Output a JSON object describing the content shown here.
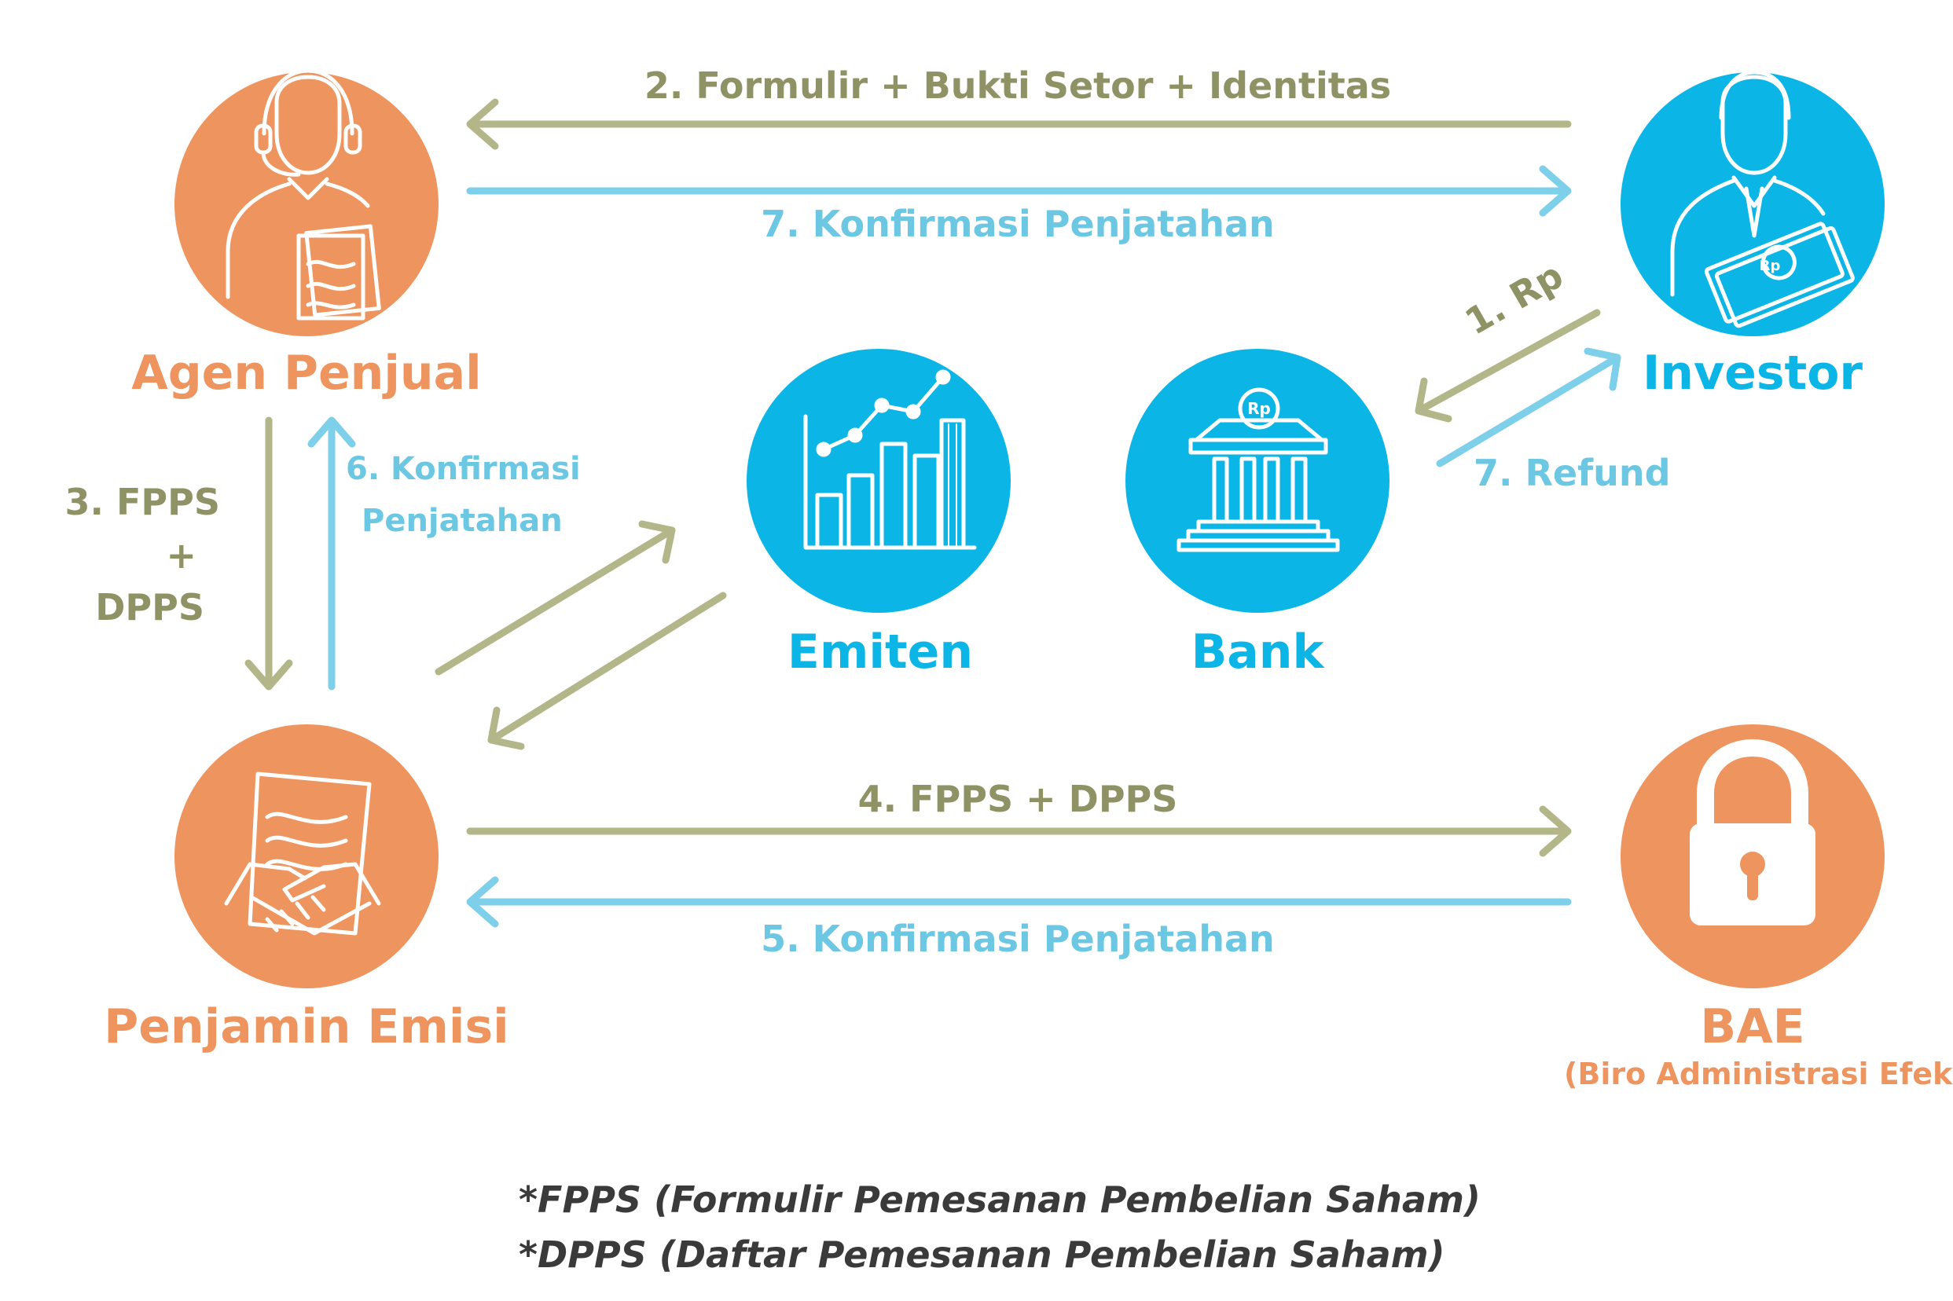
{
  "colors": {
    "orange": "#EE945E",
    "blue": "#0BB5E6",
    "olive": "#B3B689",
    "light_blue": "#7DCFEA",
    "olive_text": "#8F9265",
    "light_blue_text": "#6CC7E3",
    "note_text": "#3a3a3a"
  },
  "nodes": {
    "agen": {
      "name": "Agen Penjual",
      "icon": "agent-headset-icon",
      "color": "orange"
    },
    "investor": {
      "name": "Investor",
      "icon": "investor-money-icon",
      "color": "blue"
    },
    "emiten": {
      "name": "Emiten",
      "icon": "bar-chart-icon",
      "color": "blue"
    },
    "bank": {
      "name": "Bank",
      "icon": "bank-building-icon",
      "color": "blue",
      "badge": "Rp"
    },
    "penjamin": {
      "name": "Penjamin Emisi",
      "icon": "handshake-contract-icon",
      "color": "orange"
    },
    "bae": {
      "name": "BAE",
      "subtitle": "(Biro Administrasi Efek)",
      "icon": "padlock-icon",
      "color": "orange"
    }
  },
  "edges": {
    "e2": "2. Formulir + Bukti Setor + Identitas",
    "e7_confirm": "7. Konfirmasi Penjatahan",
    "e1": "1. Rp",
    "e7_refund": "7. Refund",
    "e3_line1": "3. FPPS",
    "e3_line2": "+",
    "e3_line3": "DPPS",
    "e6_line1": "6. Konfirmasi",
    "e6_line2": "Penjatahan",
    "e4": "4. FPPS + DPPS",
    "e5": "5. Konfirmasi Penjatahan"
  },
  "notes": [
    "*FPPS (Formulir Pemesanan Pembelian Saham)",
    "*DPPS (Daftar Pemesanan Pembelian Saham)"
  ]
}
